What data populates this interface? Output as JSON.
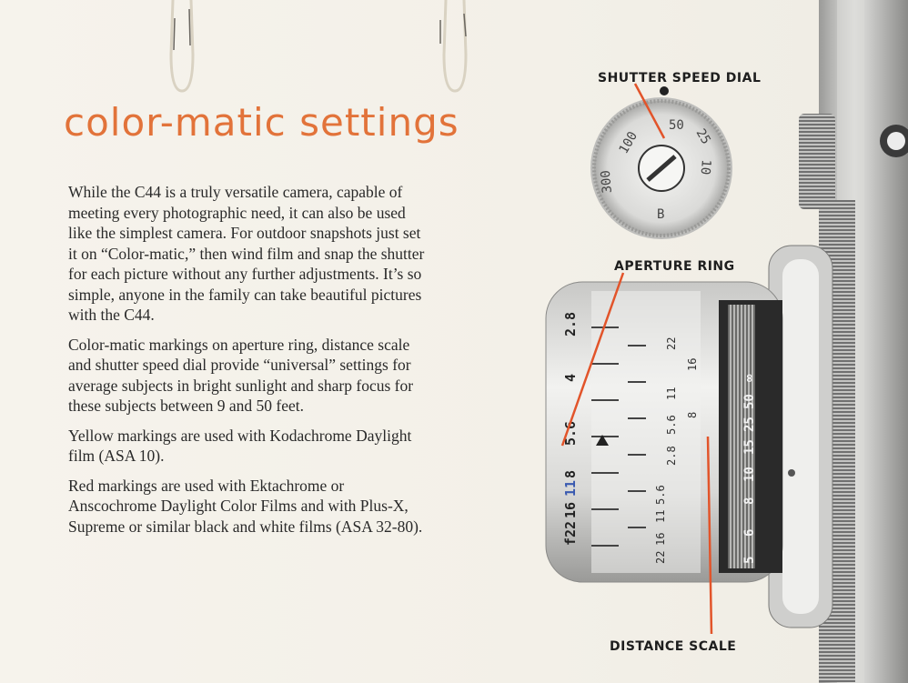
{
  "title": "color-matic settings",
  "paragraphs": [
    "While the C44 is a truly versatile camera, capable of meeting every photographic need, it can also be used like the simplest camera. For outdoor snapshots just set it on “Color-matic,” then wind film and snap the shutter for each picture without any further adjustments. It’s so simple, anyone in the family can take beautiful pictures with the C44.",
    "Color-matic markings on aperture ring, distance scale and shutter speed dial provide “universal” settings for average subjects in bright sunlight and sharp focus for these subjects between 9 and 50 feet.",
    "Yellow markings are used with Kodachrome Daylight film (ASA 10).",
    "Red markings are used with Ektachrome or Anscochrome Daylight Color Films and with Plus-X, Supreme or similar black and white films (ASA 32-80)."
  ],
  "labels": {
    "shutter_speed_dial": "SHUTTER SPEED DIAL",
    "aperture_ring": "APERTURE RING",
    "distance_scale": "DISTANCE SCALE"
  },
  "dial_numbers": [
    "100",
    "50",
    "25",
    "300",
    "10",
    "B"
  ],
  "aperture_numbers": [
    "f22",
    "16",
    "11",
    "8",
    "5.6",
    "4",
    "2.8"
  ],
  "distance_numbers": [
    "22",
    "16",
    "11",
    "5.6",
    "2.8",
    "8",
    "5.6",
    "11",
    "16",
    "22"
  ],
  "scale_numbers": [
    "5",
    "6",
    "8",
    "10",
    "15",
    "25",
    "50",
    "∞"
  ],
  "colors": {
    "accent": "#e2733a",
    "pointer": "#e2542a",
    "blue_mark": "#3a5ab0",
    "text": "#2a2a2a"
  }
}
